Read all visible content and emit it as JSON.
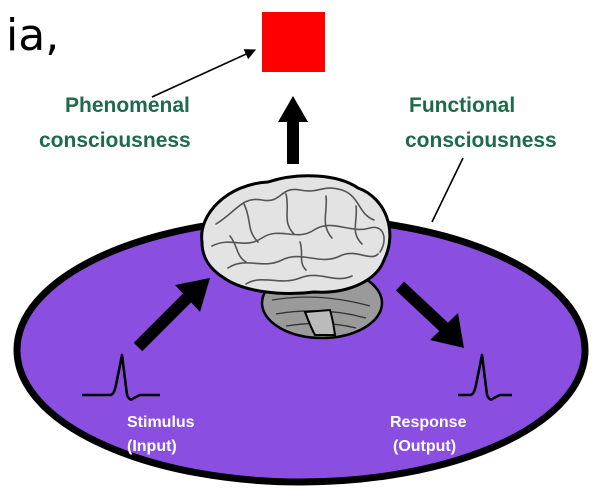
{
  "cut_text": "ia,",
  "labels": {
    "phenomenal_line1": "Phenomenal",
    "phenomenal_line2": "consciousness",
    "functional_line1": "Functional",
    "functional_line2": "consciousness",
    "stimulus_line1": "Stimulus",
    "stimulus_line2": "(Input)",
    "response_line1": "Response",
    "response_line2": "(Output)"
  },
  "colors": {
    "ellipse_fill": "#8a4fe0",
    "quale_square": "#ff0000",
    "label_green": "#1f6a4a"
  },
  "icons": {
    "brain": "brain-icon",
    "stimulus_signal": "spike-waveform-icon",
    "response_signal": "spike-waveform-icon",
    "quale": "red-square-icon"
  }
}
